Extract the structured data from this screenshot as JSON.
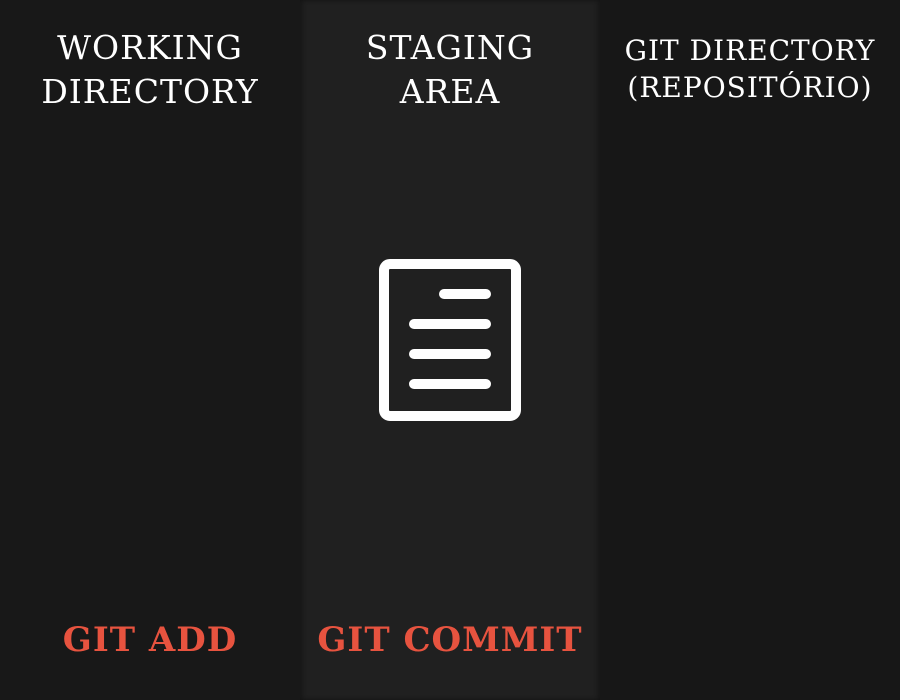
{
  "columns": [
    {
      "id": "working",
      "title_lines": [
        "WORKING",
        "DIRECTORY"
      ],
      "command": "GIT ADD"
    },
    {
      "id": "staging",
      "title_lines": [
        "STAGING",
        "AREA"
      ],
      "command": "GIT COMMIT",
      "icon": "document-icon"
    },
    {
      "id": "repository",
      "title_lines": [
        "GIT DIRECTORY",
        "(REPOSITÓRIO)"
      ]
    }
  ],
  "colors": {
    "background": "#161616",
    "staging_background": "#202020",
    "title_text": "#ffffff",
    "command_text": "#e7533f",
    "icon": "#ffffff"
  }
}
